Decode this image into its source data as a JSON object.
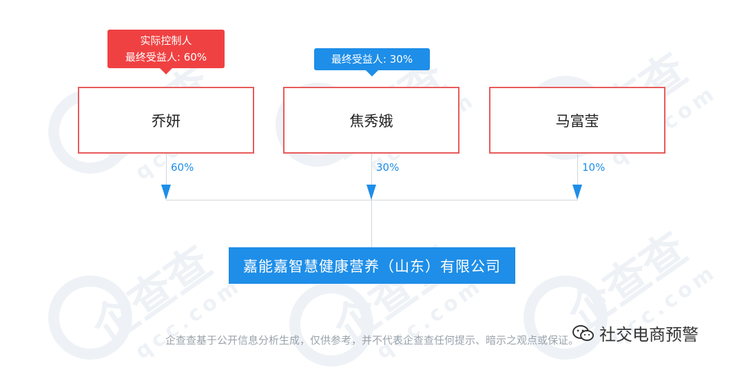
{
  "persons": [
    {
      "name": "乔妍",
      "share": "60%"
    },
    {
      "name": "焦秀娥",
      "share": "30%"
    },
    {
      "name": "马富莹",
      "share": "10%"
    }
  ],
  "tags": {
    "controller_line1": "实际控制人",
    "controller_line2": "最终受益人: 60%",
    "beneficiary": "最终受益人: 30%"
  },
  "company": {
    "name": "嘉能嘉智慧健康营养（山东）有限公司"
  },
  "disclaimer": "企查查基于公开信息分析生成，仅供参考，并不代表企查查任何提示、暗示之观点或保证。",
  "brand": {
    "name": "社交电商预警",
    "icon": "wechat-icon"
  },
  "watermark": {
    "text": "企查查",
    "sub": "qcc.com"
  },
  "colors": {
    "red": "#f04142",
    "blue": "#1e8ee8",
    "border": "#e85a5a"
  }
}
